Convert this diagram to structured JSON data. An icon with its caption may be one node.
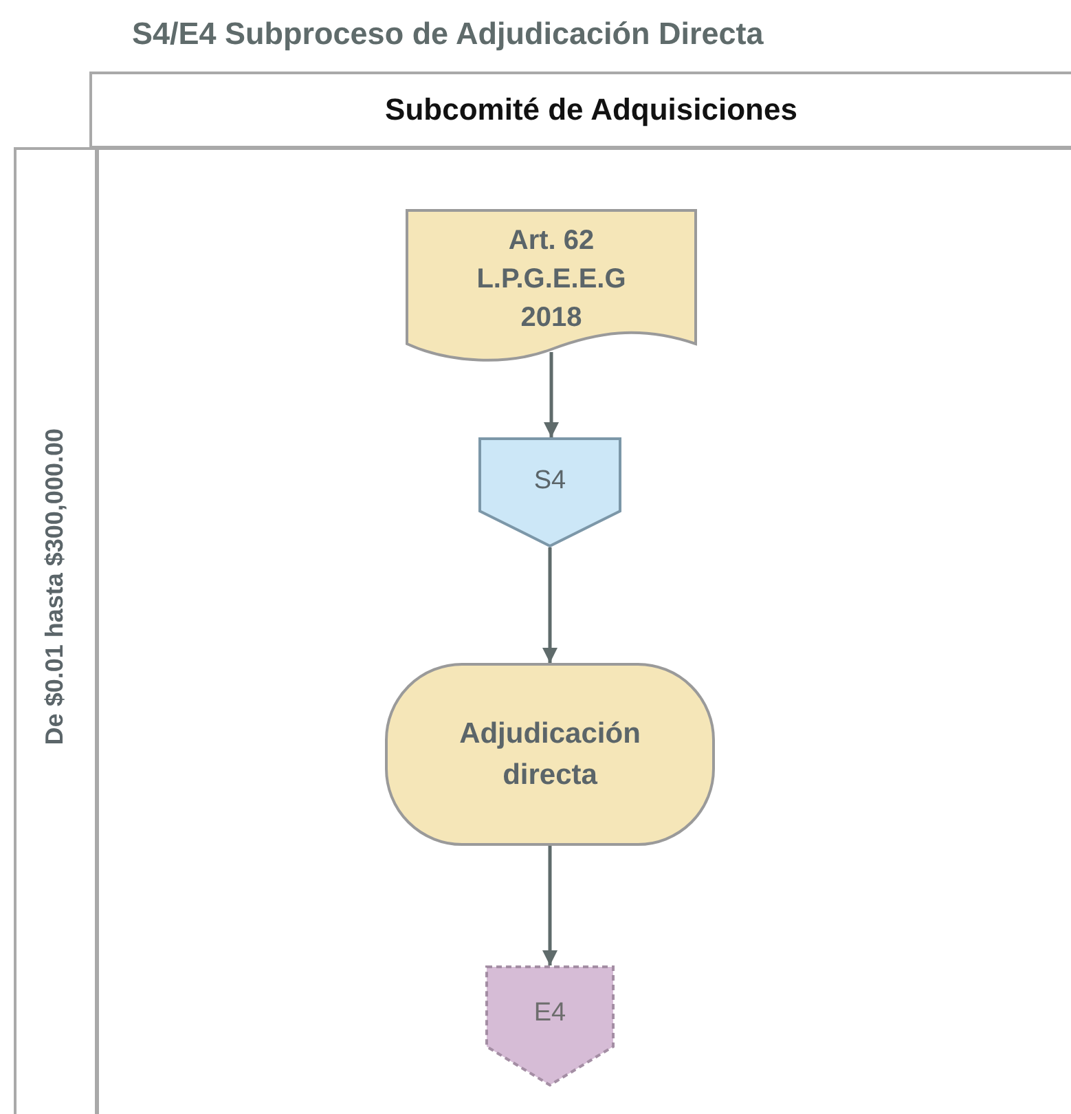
{
  "diagram": {
    "title": "S4/E4 Subproceso de Adjudicación Directa",
    "nodes": [
      {
        "text": [
          "Subcomité de Adquisiciones"
        ]
      },
      {
        "text": [
          "De $0.01 hasta $300,000.00"
        ]
      },
      {
        "text": [
          "Art. 62 L.P.G.E.E.G 2018"
        ]
      },
      {
        "text": [
          "S4"
        ]
      },
      {
        "text": [
          "Adjudicación directa"
        ]
      },
      {
        "text": [
          "E4"
        ]
      }
    ],
    "edges": [
      {
        "from": 2,
        "to": 3,
        "arrow": "to"
      },
      {
        "from": 3,
        "to": 4,
        "arrow": "to"
      },
      {
        "from": 4,
        "to": 5,
        "arrow": "to"
      }
    ]
  }
}
